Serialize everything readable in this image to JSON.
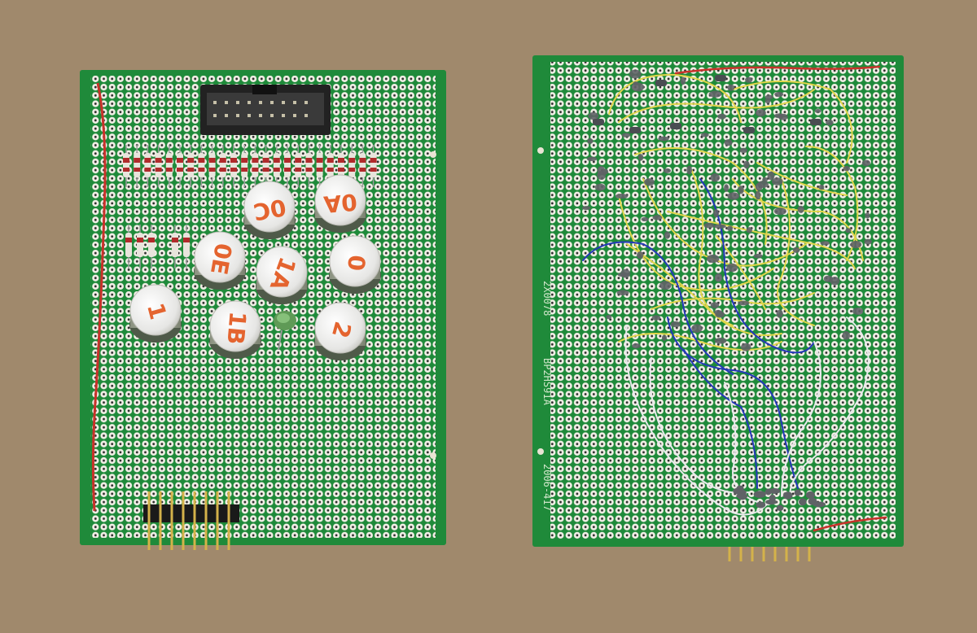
{
  "photo": {
    "background_color": "#a0896c",
    "board_color": "#1f8a3a",
    "pad_color": "#f1efe6",
    "hole_color": "#2b2b2b",
    "wire_colors": {
      "red": "#c8322a",
      "yellow": "#e0d64a",
      "blue": "#2438b8",
      "white": "#e9e9ec"
    }
  },
  "front_board": {
    "relay_labels": [
      "0C",
      "0A",
      "0E",
      "1A",
      "0",
      "1",
      "1B",
      "2"
    ]
  },
  "back_board": {
    "silkscreen": [
      "2X0078",
      "BP2HS91A",
      "2006-417"
    ]
  }
}
